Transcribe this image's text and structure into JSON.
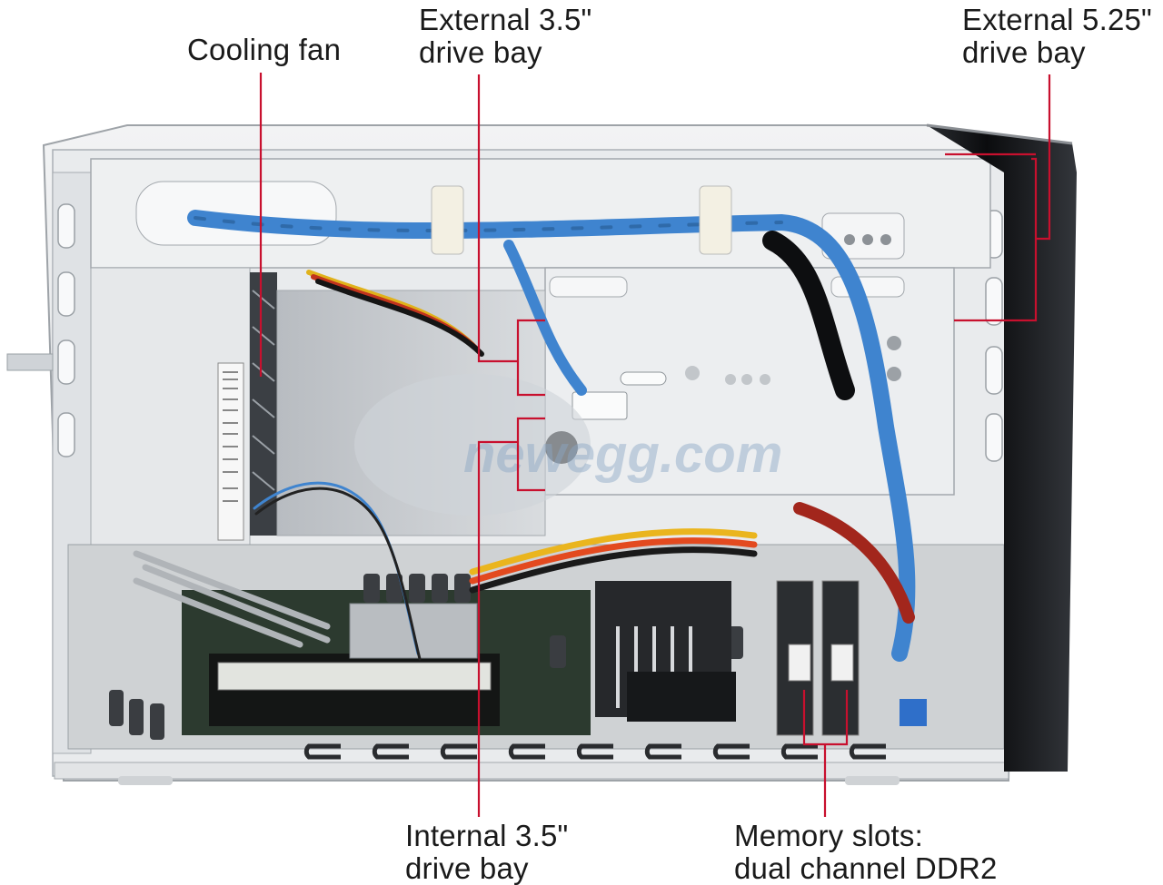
{
  "labels": {
    "cooling_fan": {
      "line1": "Cooling fan"
    },
    "external_35": {
      "line1": "External 3.5\"",
      "line2": "drive bay"
    },
    "external_525": {
      "line1": "External 5.25\"",
      "line2": "drive bay"
    },
    "internal_35": {
      "line1": "Internal 3.5\"",
      "line2": "drive bay"
    },
    "memory": {
      "line1": "Memory slots:",
      "line2": "dual channel DDR2"
    }
  },
  "watermark": "newegg.com",
  "colors": {
    "leader_line": "#c8102e",
    "case_silver": "#e4e6e8",
    "sata_blue": "#3f84cf",
    "bezel_black": "#0f1114"
  }
}
